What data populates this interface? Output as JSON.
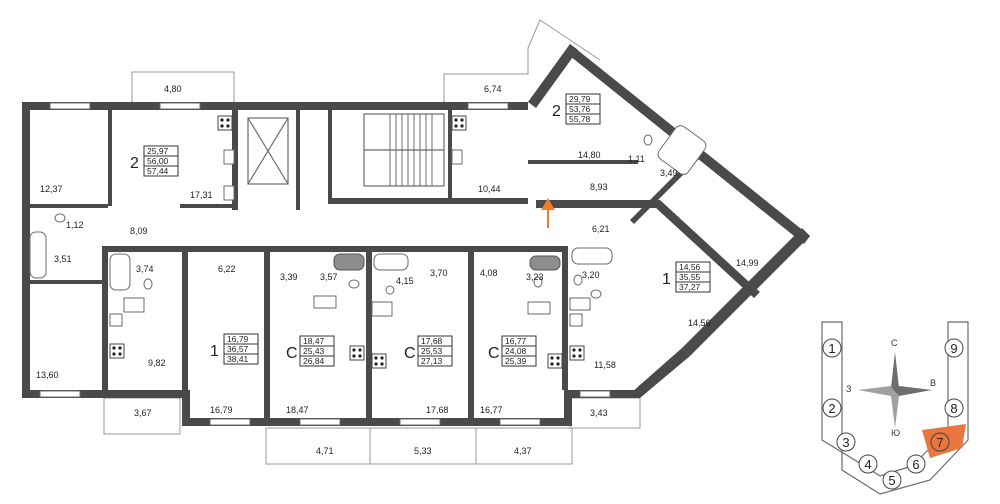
{
  "rooms": {
    "r1": "12,37",
    "r2": "17,31",
    "r3": "10,44",
    "r4": "14,80",
    "r5": "8,93",
    "r6": "14,99",
    "r7": "1,12",
    "r8": "3,51",
    "r9": "8,09",
    "r10": "13,60",
    "r11": "3,74",
    "r12": "9,82",
    "r13": "6,22",
    "r14": "16,79",
    "r15": "3,39",
    "r16": "3,57",
    "r17": "18,47",
    "r18": "4,15",
    "r19": "3,70",
    "r20": "17,68",
    "r21": "4,08",
    "r22": "3,23",
    "r23": "3,20",
    "r24": "16,77",
    "r25": "6,21",
    "r26": "14,56",
    "r27": "11,58",
    "r28": "1,11",
    "r29": "3,49"
  },
  "balconies": {
    "b1": "4,80",
    "b2": "6,74",
    "b3": "3,67",
    "b4": "4,71",
    "b5": "5,33",
    "b6": "4,37",
    "b7": "3,43"
  },
  "apartments": [
    {
      "type": "2",
      "vals": [
        "25,97",
        "56,00",
        "57,44"
      ]
    },
    {
      "type": "2",
      "vals": [
        "29,79",
        "53,76",
        "55,78"
      ]
    },
    {
      "type": "1",
      "vals": [
        "14,56",
        "35,55",
        "37,27"
      ]
    },
    {
      "type": "1",
      "vals": [
        "16,79",
        "36,57",
        "38,41"
      ]
    },
    {
      "type": "С",
      "vals": [
        "18,47",
        "25,43",
        "26,84"
      ]
    },
    {
      "type": "С",
      "vals": [
        "17,68",
        "25,53",
        "27,13"
      ]
    },
    {
      "type": "С",
      "vals": [
        "16,77",
        "24,08",
        "25,39"
      ]
    }
  ],
  "compass": {
    "n": "С",
    "s": "Ю",
    "w": "З",
    "e": "В"
  },
  "sections": [
    "1",
    "2",
    "3",
    "4",
    "5",
    "6",
    "7",
    "8",
    "9"
  ],
  "highlight": {
    "section": "7",
    "color": "#e8773f"
  },
  "arrow_color": "#f07d2e"
}
